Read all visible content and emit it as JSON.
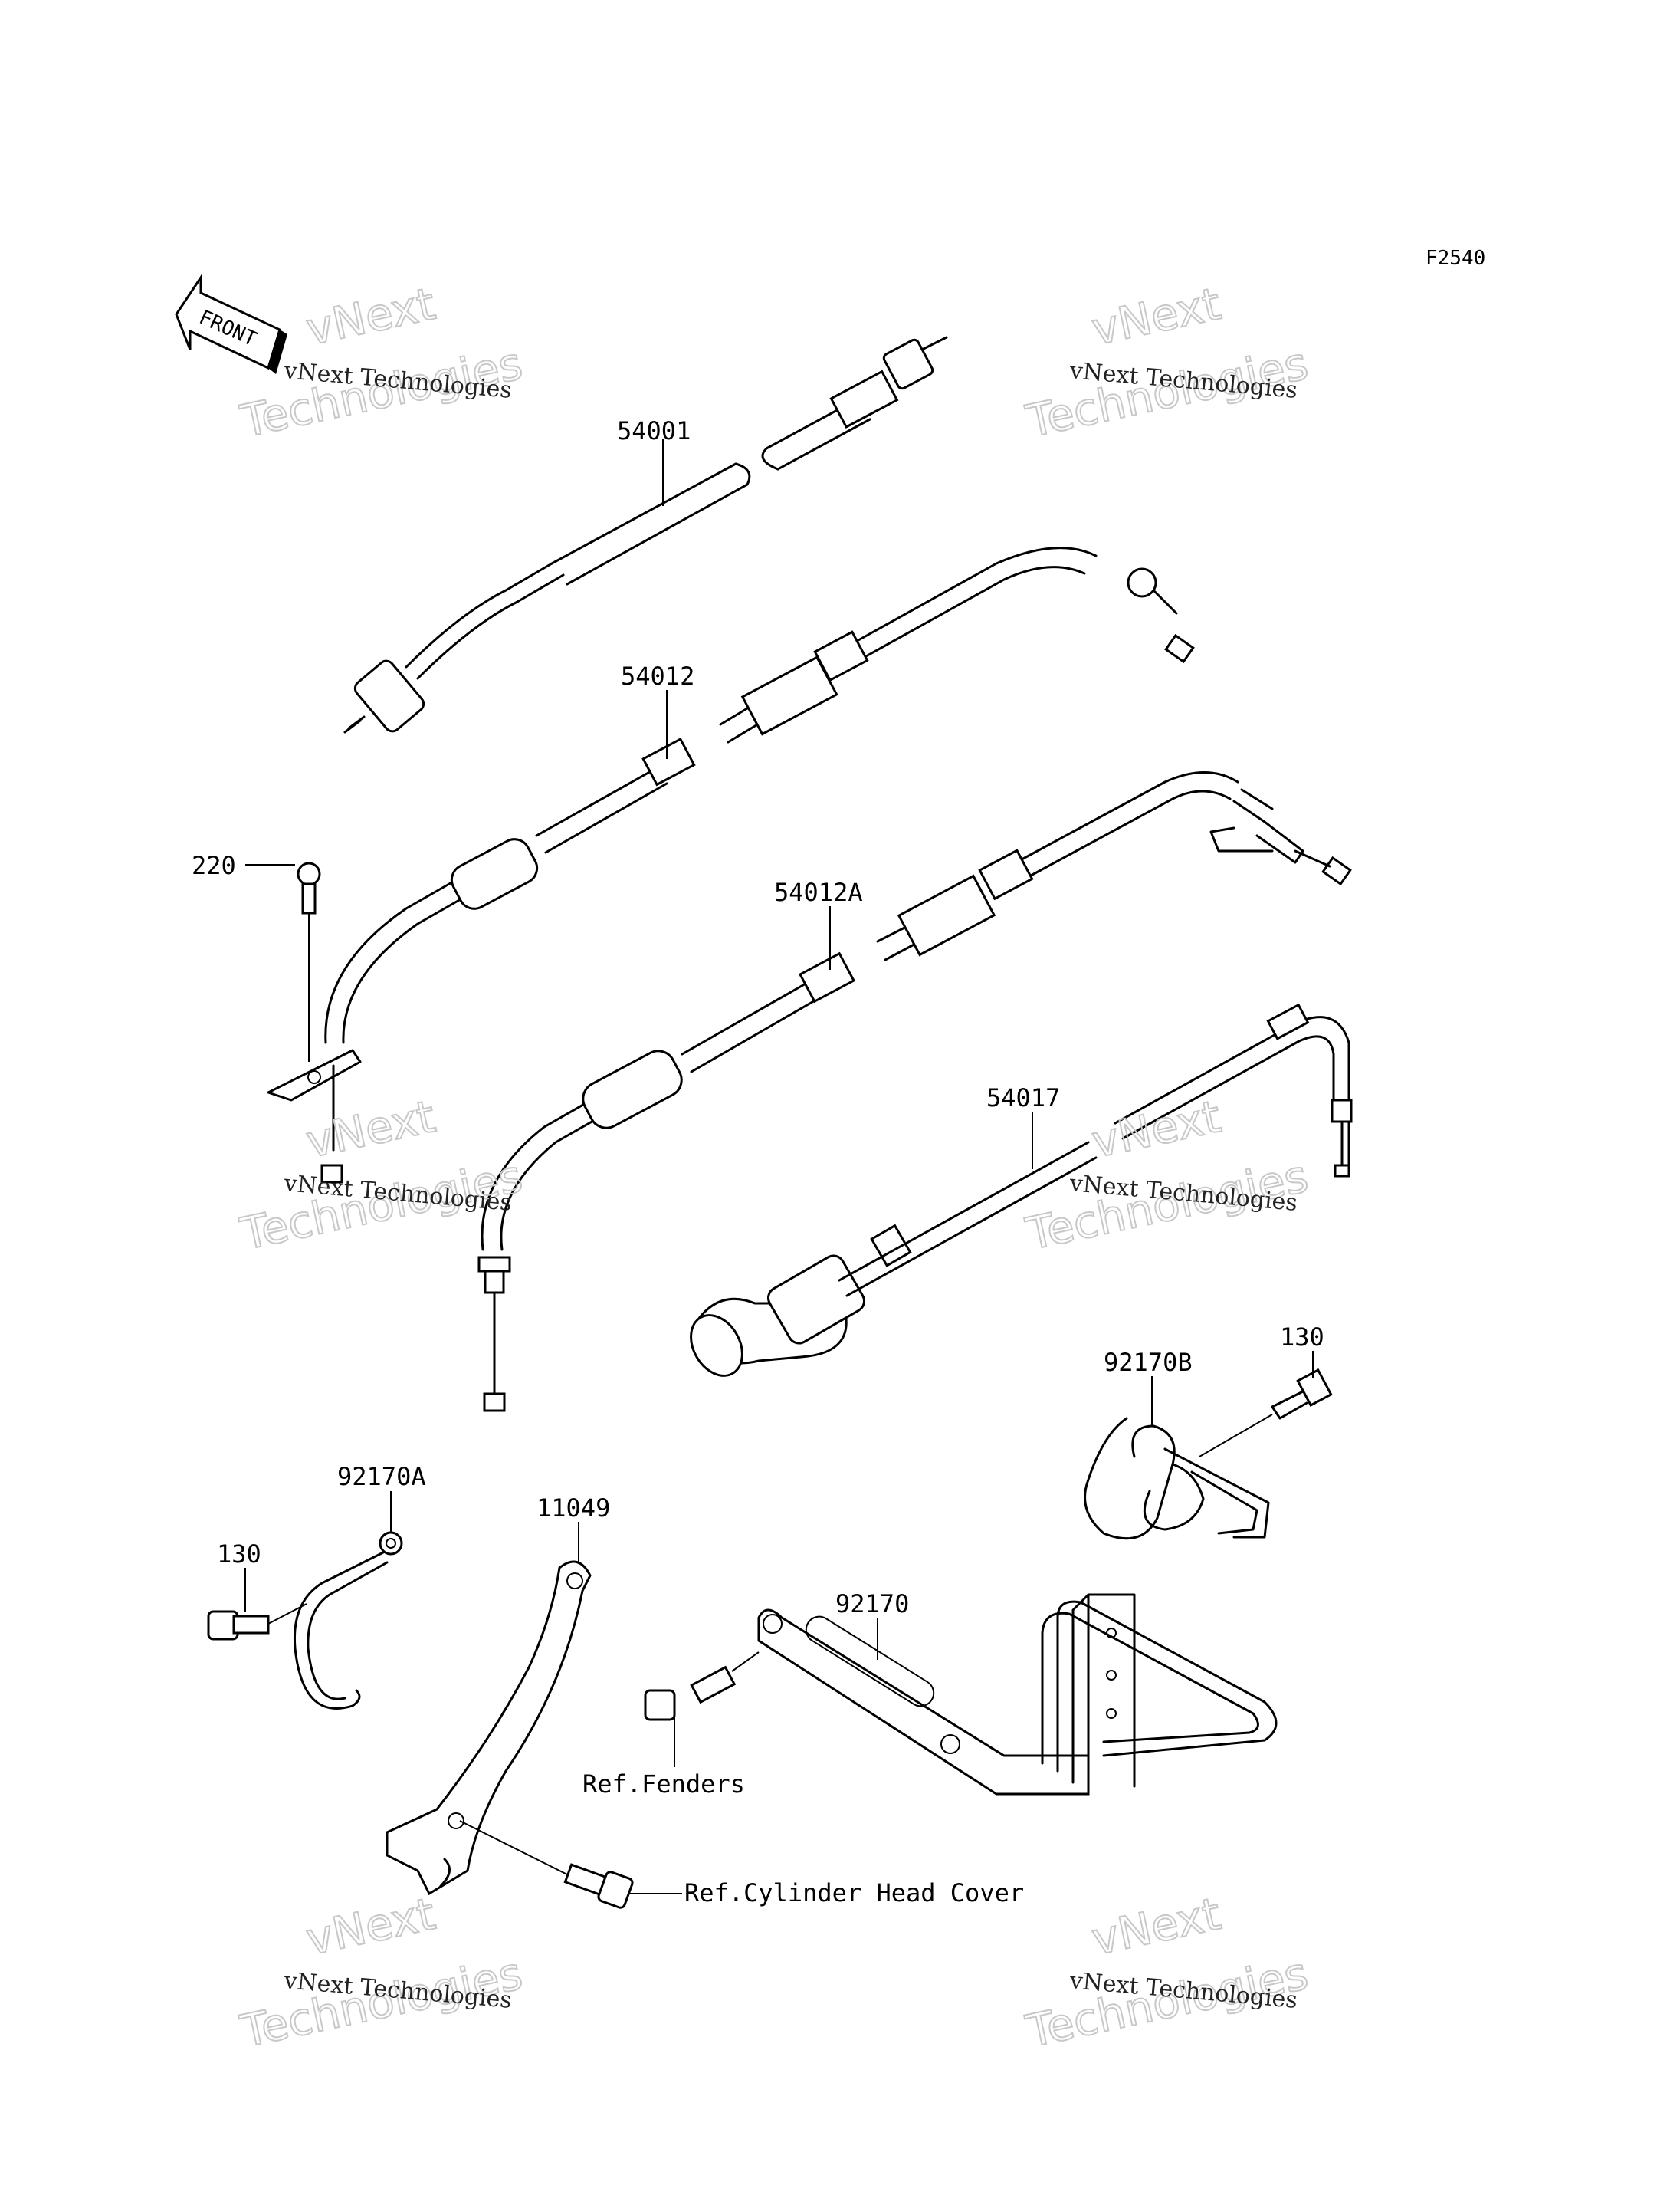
{
  "figure_code": "F2540",
  "front_arrow_text": "FRONT",
  "parts": {
    "p54001": "54001",
    "p54012": "54012",
    "p54012A": "54012A",
    "p54017": "54017",
    "p220": "220",
    "p130_right": "130",
    "p92170B": "92170B",
    "p92170A": "92170A",
    "p130_left": "130",
    "p11049": "11049",
    "p92170": "92170"
  },
  "refs": {
    "fenders": "Ref.Fenders",
    "cylinder_head_cover": "Ref.Cylinder Head Cover"
  },
  "watermark": {
    "small": "vNext Technologies",
    "line1": "vNext",
    "line2": "Technologies"
  }
}
